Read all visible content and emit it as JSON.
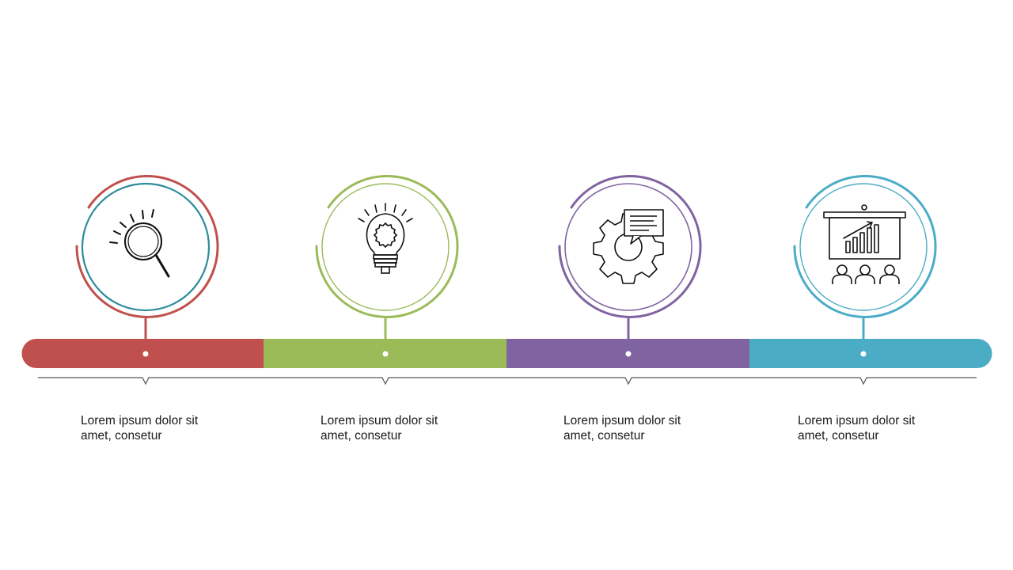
{
  "steps": [
    {
      "id": "research",
      "color": "#c0504d",
      "inner_ring_color": "#2e8c99",
      "icon": "magnifying-glass-icon",
      "caption_line1": "Lorem ipsum dolor sit",
      "caption_line2": "amet, consetur"
    },
    {
      "id": "idea",
      "color": "#9bbb59",
      "inner_ring_color": "#9bbb59",
      "icon": "lightbulb-gear-icon",
      "caption_line1": "Lorem ipsum dolor sit",
      "caption_line2": "amet, consetur"
    },
    {
      "id": "process",
      "color": "#8064a2",
      "inner_ring_color": "#8064a2",
      "icon": "gear-chat-icon",
      "caption_line1": "Lorem ipsum dolor sit",
      "caption_line2": "amet, consetur"
    },
    {
      "id": "presentation",
      "color": "#4bacc6",
      "inner_ring_color": "#4bacc6",
      "icon": "presentation-board-icon",
      "caption_line1": "Lorem ipsum dolor sit",
      "caption_line2": "amet, consetur"
    }
  ],
  "axis_line_color": "#555555",
  "icon_stroke_color": "#111111"
}
